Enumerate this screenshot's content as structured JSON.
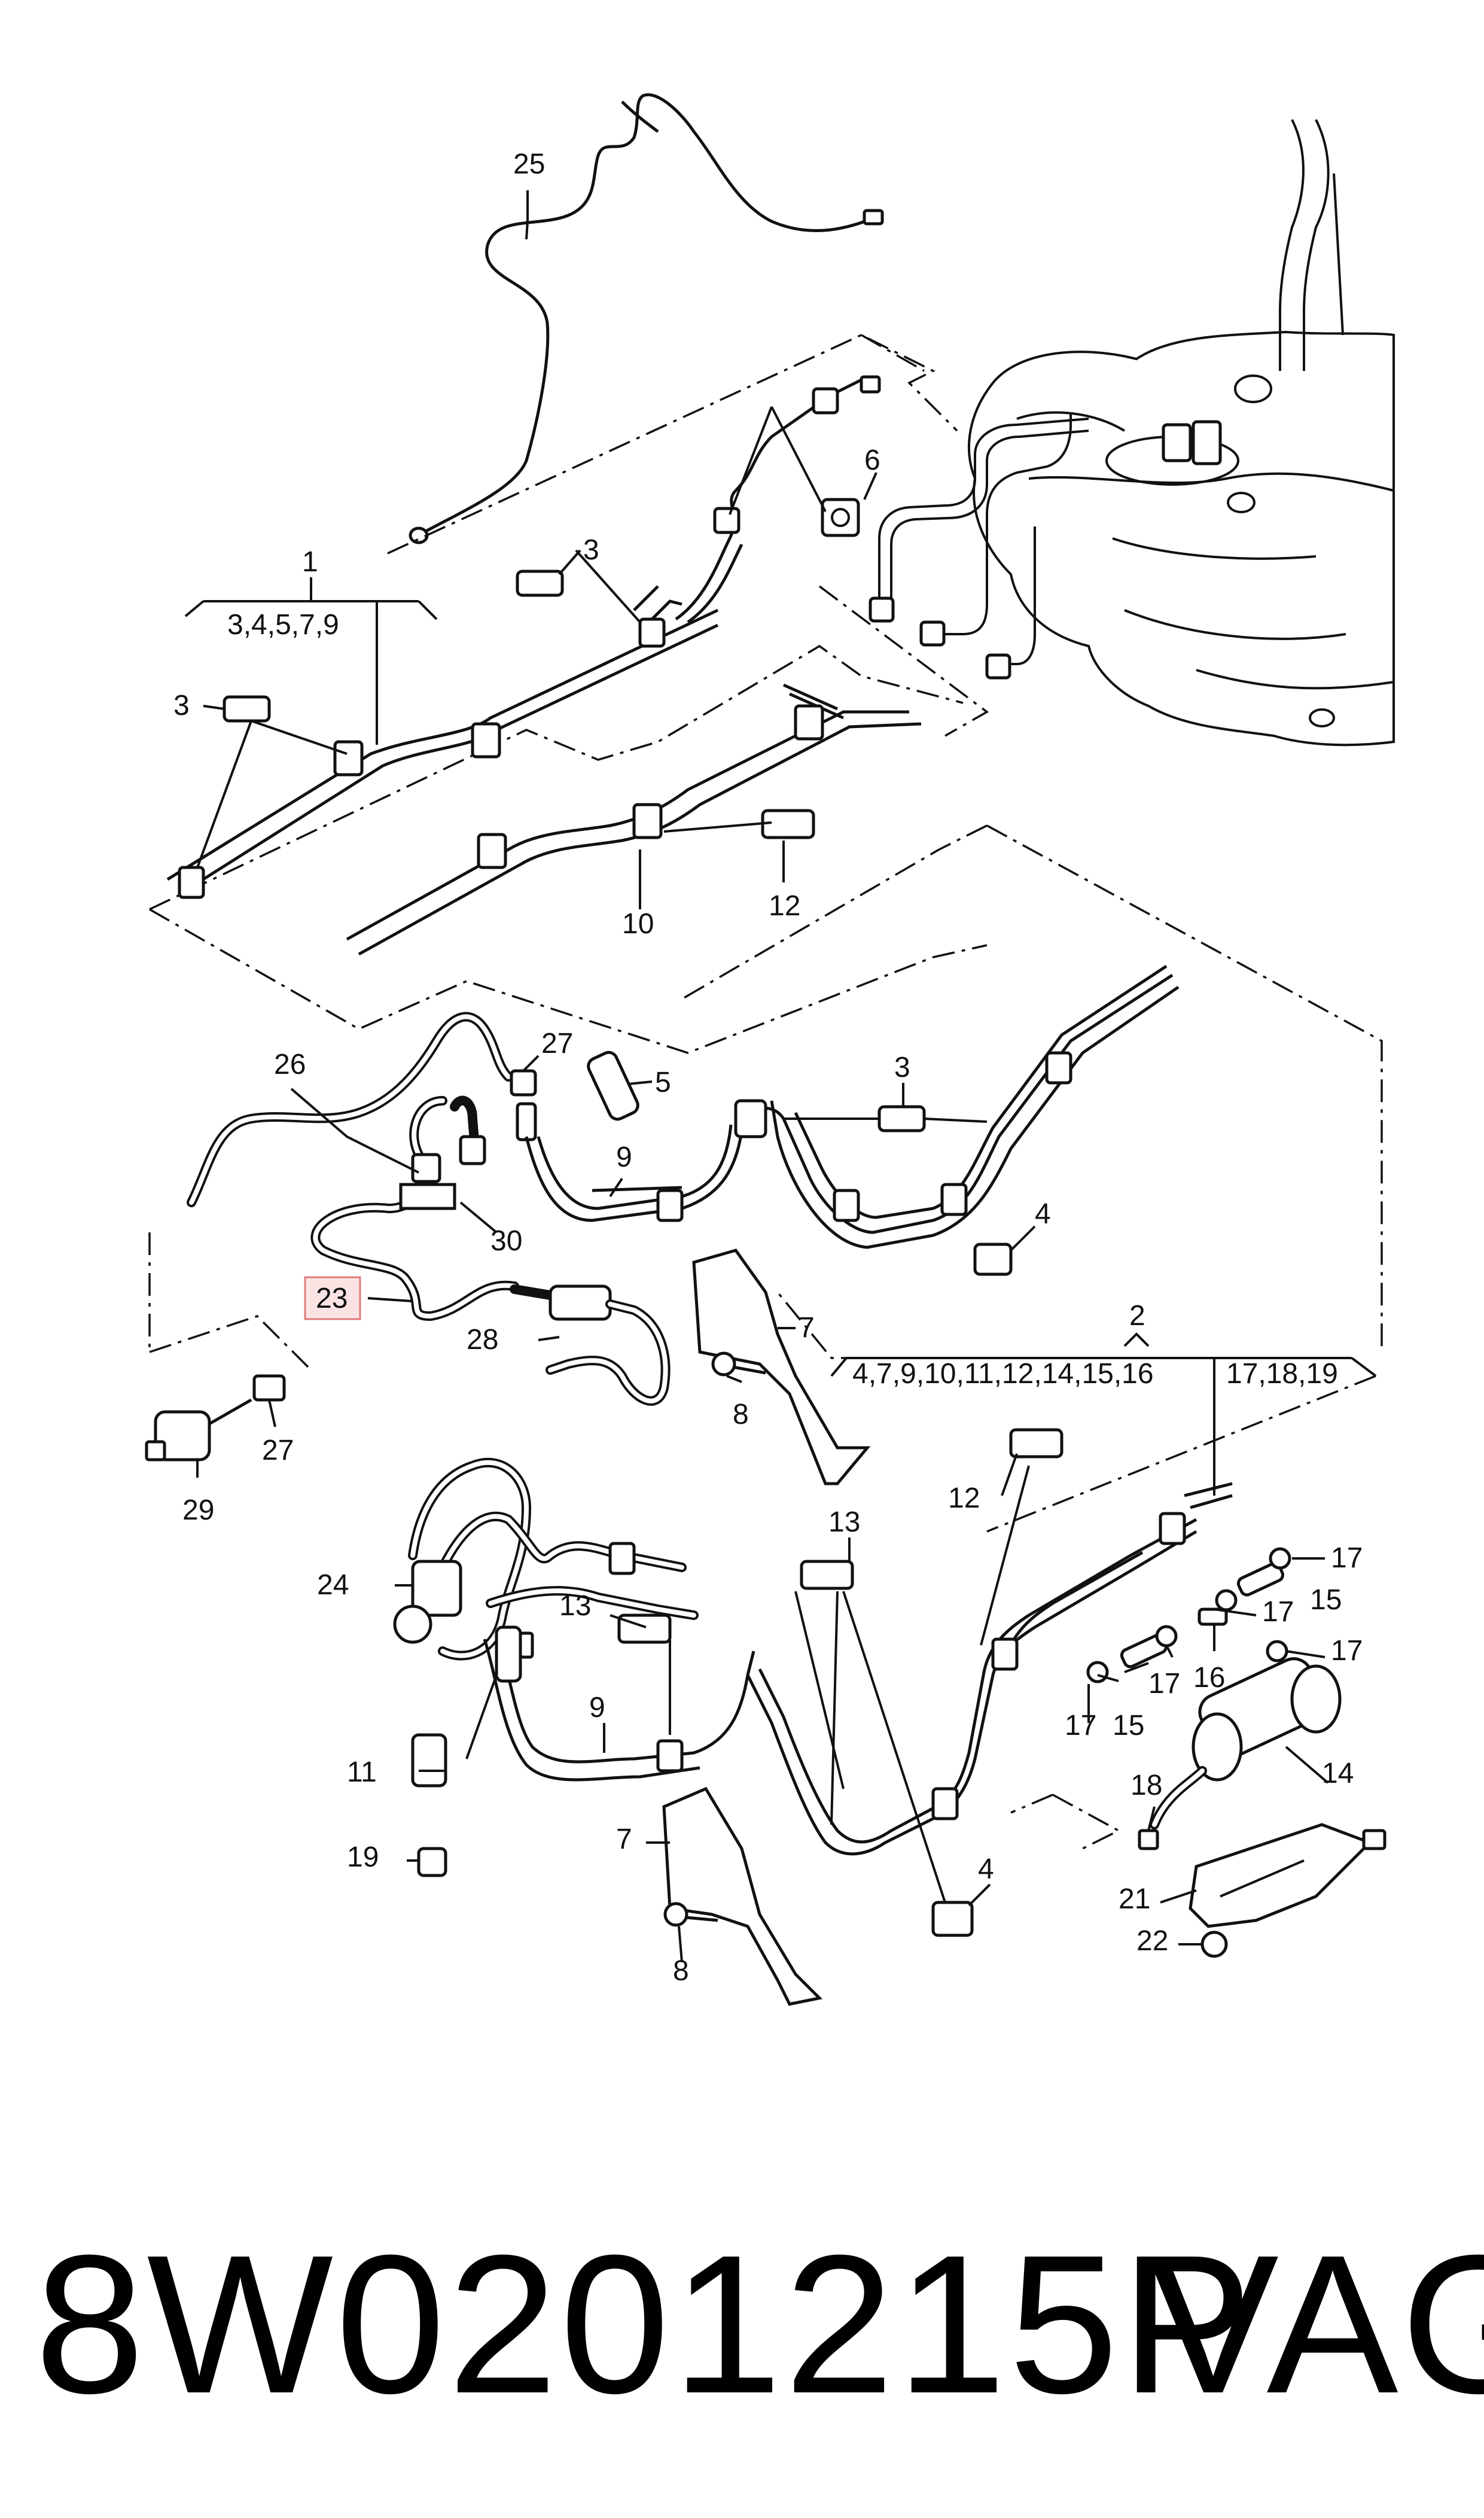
{
  "callouts": {
    "c25": "25",
    "c6": "6",
    "c3a": "3",
    "c1": "1",
    "c3b": "3",
    "c10": "10",
    "c12a": "12",
    "c26": "26",
    "c27a": "27",
    "c5": "5",
    "c3c": "3",
    "c9a": "9",
    "c4a": "4",
    "c30": "30",
    "c23": "23",
    "c7a": "7",
    "c28": "28",
    "c8a": "8",
    "c2": "2",
    "c29": "29",
    "c27b": "27",
    "c12b": "12",
    "c13a": "13",
    "c24": "24",
    "c13b": "13",
    "c9b": "9",
    "c17a": "17",
    "c15a": "15",
    "c17b": "17",
    "c17c": "17",
    "c16": "16",
    "c17d": "17",
    "c15b": "15",
    "c17e": "17",
    "c14": "14",
    "c11": "11",
    "c18": "18",
    "c7b": "7",
    "c19": "19",
    "c21": "21",
    "c4b": "4",
    "c22": "22",
    "c8b": "8"
  },
  "groups": {
    "g1": "3,4,5,7,9",
    "g2a": "4,7,9,10,11,12,14,15,16",
    "g2b": "17,18,19"
  },
  "highlighted_callout": "23",
  "footer": {
    "part_number": "8W0201215P",
    "brand": "VAG"
  }
}
